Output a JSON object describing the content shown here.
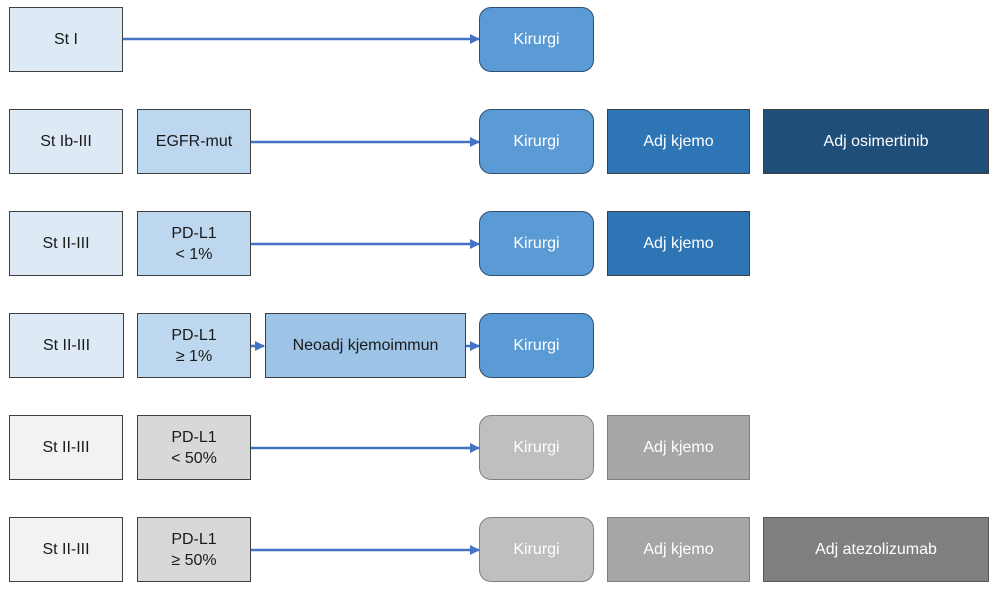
{
  "rows": [
    {
      "stage": "St I",
      "surgery": "Kirurgi"
    },
    {
      "stage": "St Ib-III",
      "marker": "EGFR-mut",
      "surgery": "Kirurgi",
      "chemo": "Adj kjemo",
      "extra": "Adj osimertinib"
    },
    {
      "stage": "St II-III",
      "marker_line1": "PD-L1",
      "marker_line2": "< 1%",
      "surgery": "Kirurgi",
      "chemo": "Adj kjemo"
    },
    {
      "stage": "St II-III",
      "marker_line1": "PD-L1",
      "marker_line2": "≥ 1%",
      "neo": "Neoadj kjemoimmun",
      "surgery": "Kirurgi"
    },
    {
      "stage": "St II-III",
      "marker_line1": "PD-L1",
      "marker_line2": "< 50%",
      "surgery": "Kirurgi",
      "chemo": "Adj kjemo"
    },
    {
      "stage": "St II-III",
      "marker_line1": "PD-L1",
      "marker_line2": "≥ 50%",
      "surgery": "Kirurgi",
      "chemo": "Adj kjemo",
      "extra": "Adj atezolizumab"
    }
  ],
  "colors": {
    "arrow": "#4472c4",
    "stage": "#dde9f5",
    "surgery": "#5b9bd5",
    "chemo": "#2e75b6",
    "osimertinib": "#1f4e79",
    "grey_surgery": "#bfbfbf",
    "grey_chemo": "#a6a6a6",
    "atezolizumab": "#7f7f7f"
  }
}
